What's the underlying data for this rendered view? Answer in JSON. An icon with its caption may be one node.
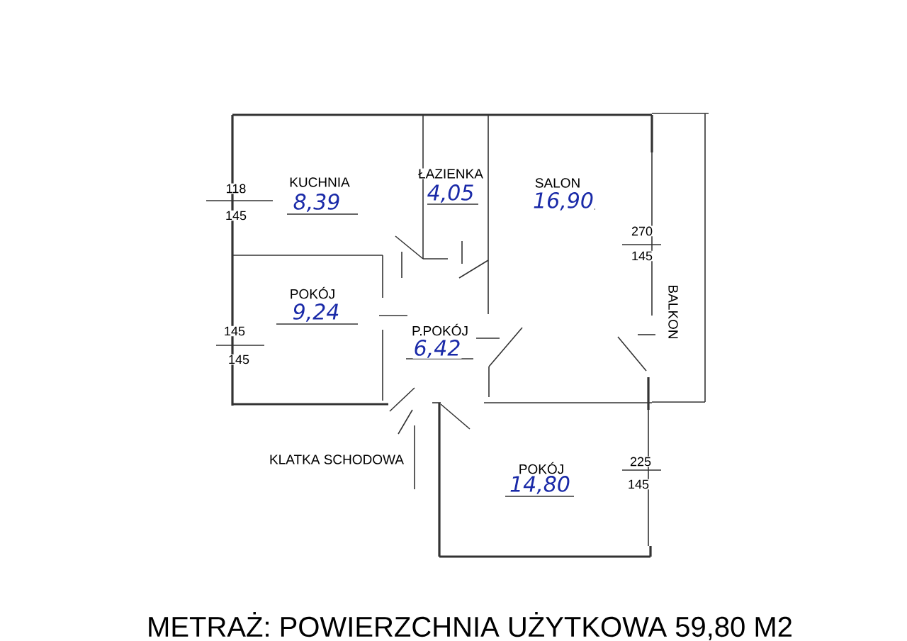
{
  "diagram": {
    "caption": "METRAŻ: POWIERZCHNIA UŻYTKOWA 59,80 M2",
    "labels": [
      "KUCHNIA",
      "8,39",
      "ŁAZIENKA",
      "4,05",
      "SALON",
      "16,90",
      "118",
      "145",
      "270",
      "145",
      "POKÓJ",
      "9,24",
      "145",
      "145",
      "P.POKÓJ",
      "6,42",
      "BALKON",
      "KLATKA SCHODOWA",
      "POKÓJ",
      "14,80",
      "225",
      "145"
    ]
  }
}
